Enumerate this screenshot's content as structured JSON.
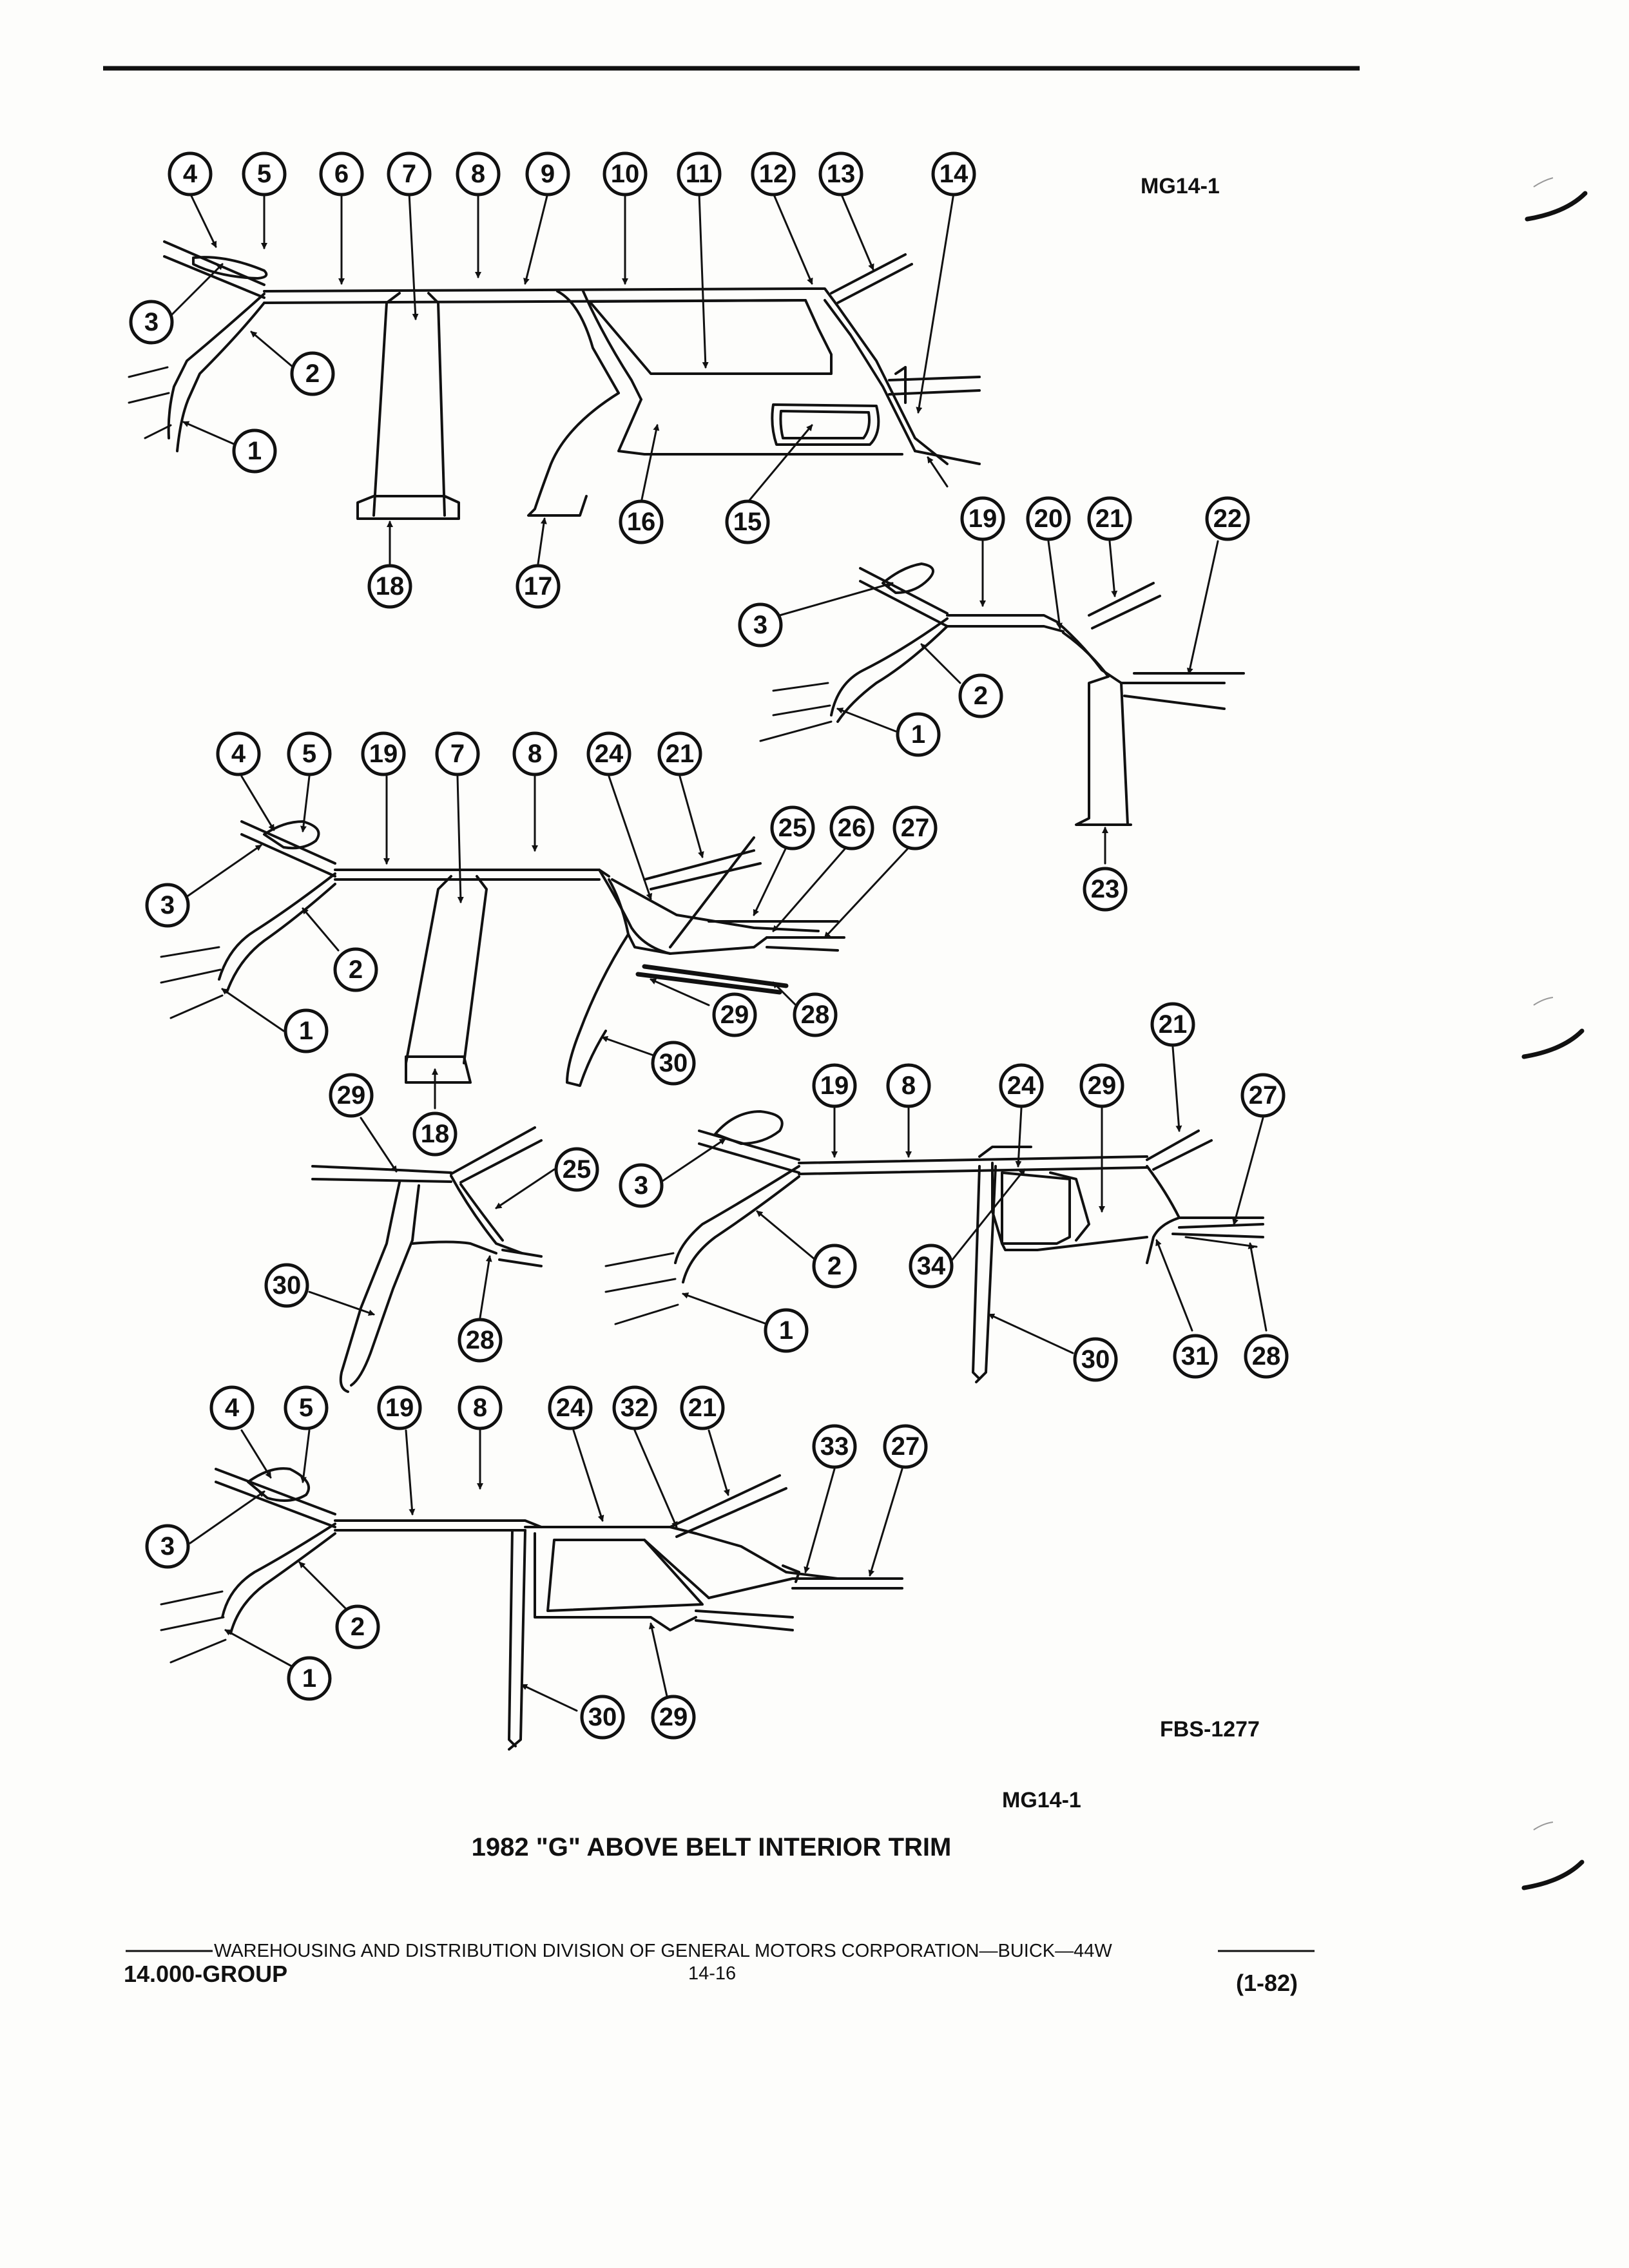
{
  "header": {
    "ref_top": "MG14-1"
  },
  "figure_refs": {
    "fbs": "FBS-1277",
    "mg": "MG14-1"
  },
  "title": "1982 \"G\" ABOVE BELT INTERIOR TRIM",
  "footer": {
    "division": "WAREHOUSING AND DISTRIBUTION  DIVISION OF GENERAL MOTORS CORPORATION—BUICK—44W",
    "group": "14.000-GROUP",
    "page": "14-16",
    "date": "(1-82)"
  },
  "callouts": [
    "4",
    "5",
    "6",
    "7",
    "8",
    "9",
    "10",
    "11",
    "12",
    "13",
    "14",
    "3",
    "2",
    "1",
    "18",
    "17",
    "16",
    "15",
    "19",
    "20",
    "21",
    "22",
    "3",
    "2",
    "1",
    "23",
    "4",
    "5",
    "19",
    "7",
    "8",
    "24",
    "21",
    "25",
    "26",
    "27",
    "3",
    "2",
    "1",
    "18",
    "30",
    "29",
    "28",
    "29",
    "25",
    "30",
    "28",
    "19",
    "8",
    "24",
    "29",
    "21",
    "27",
    "3",
    "2",
    "34",
    "1",
    "30",
    "31",
    "28",
    "4",
    "5",
    "19",
    "8",
    "24",
    "32",
    "21",
    "33",
    "27",
    "3",
    "2",
    "1",
    "30",
    "29"
  ]
}
